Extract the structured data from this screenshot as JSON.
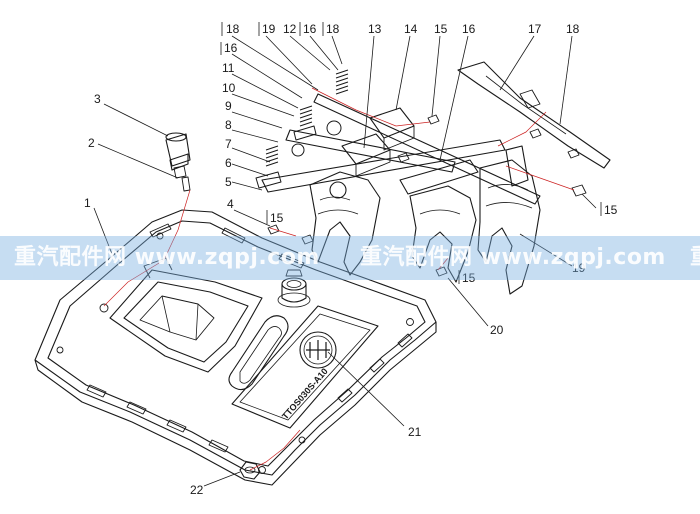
{
  "colors": {
    "line": "#1a1a1a",
    "leader": "#cc2222",
    "watermark_band": "#78afe1"
  },
  "callouts": {
    "c1": "1",
    "c2": "2",
    "c3": "3",
    "c4": "4",
    "c5": "5",
    "c6": "6",
    "c7": "7",
    "c8": "8",
    "c9": "9",
    "c10": "10",
    "c11": "11",
    "c12": "12",
    "c13": "13",
    "c14": "14",
    "c15": "15",
    "c16": "16",
    "c17": "17",
    "c18": "18",
    "c19": "19",
    "c20": "20",
    "c21": "21",
    "c22": "22",
    "top18a": "18",
    "top19": "19",
    "top16": "16",
    "top18b": "18",
    "side16": "16",
    "sub15a": "15",
    "sub15b": "15",
    "sub15c": "15"
  },
  "stamp_text": "TTOS030S-A10",
  "watermark": {
    "text_1": "重汽配件网 www.zqpj.com",
    "text_2": "重汽配件网 www.zqpj.com",
    "text_3": "重"
  }
}
